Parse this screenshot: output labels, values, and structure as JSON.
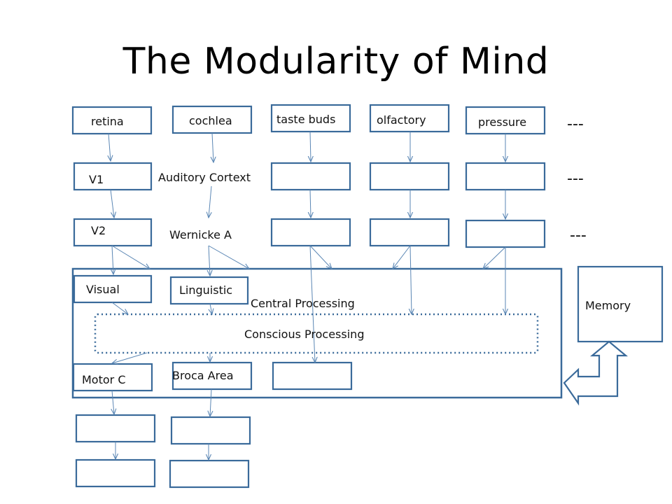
{
  "title": "The Modularity of Mind",
  "boxes": {
    "retina": "retina",
    "cochlea": "cochlea",
    "taste_buds": "taste buds",
    "olfactory": "olfactory",
    "pressure": "pressure",
    "v1": "V1",
    "auditory_cortext": "Auditory Cortext",
    "v2": "V2",
    "wernicke": "Wernicke A",
    "visual": "Visual",
    "linguistic": "Linguistic",
    "central_processing": "Central Processing",
    "conscious_processing": "Conscious Processing",
    "memory": "Memory",
    "motor_c": "Motor C",
    "broca": "Broca Area"
  },
  "ellipsis": {
    "row1": "---",
    "row2": "---",
    "row3": "---"
  },
  "colors": {
    "stroke": "#3a6a9a",
    "arrow": "#5a86b4",
    "text": "#111111"
  }
}
